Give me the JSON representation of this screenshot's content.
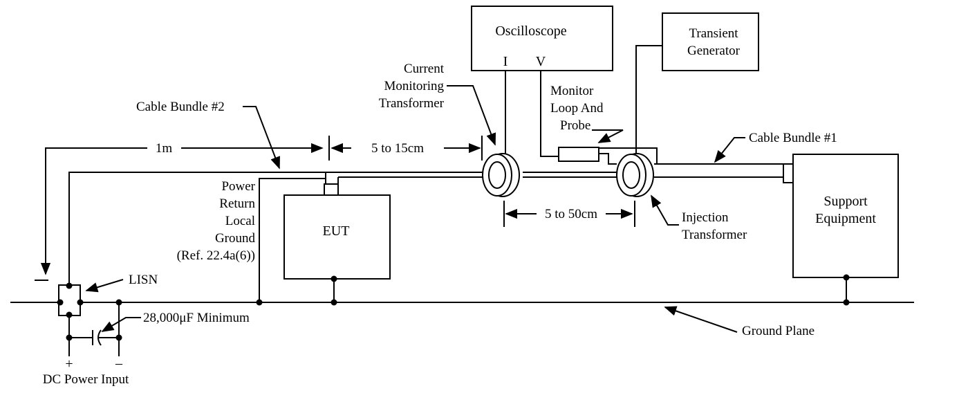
{
  "labels": {
    "oscilloscope": "Oscilloscope",
    "osc_i": "I",
    "osc_v": "V",
    "transient_1": "Transient",
    "transient_2": "Generator",
    "current_1": "Current",
    "current_2": "Monitoring",
    "current_3": "Transformer",
    "monitor_1": "Monitor",
    "monitor_2": "Loop And",
    "monitor_3": "Probe",
    "cable2": "Cable Bundle #2",
    "cable1": "Cable Bundle #1",
    "dist_1m": "1m",
    "dist_5_15": "5 to 15cm",
    "dist_5_50": "5 to 50cm",
    "power_1": "Power",
    "power_2": "Return",
    "power_3": "Local",
    "power_4": "Ground",
    "power_5": "(Ref. 22.4a(6))",
    "eut": "EUT",
    "support_1": "Support",
    "support_2": "Equipment",
    "injection_1": "Injection",
    "injection_2": "Transformer",
    "lisn": "LISN",
    "capacitor": "28,000μF Minimum",
    "ground_plane": "Ground Plane",
    "plus": "+",
    "minus": "–",
    "dc_power": "DC Power Input"
  }
}
